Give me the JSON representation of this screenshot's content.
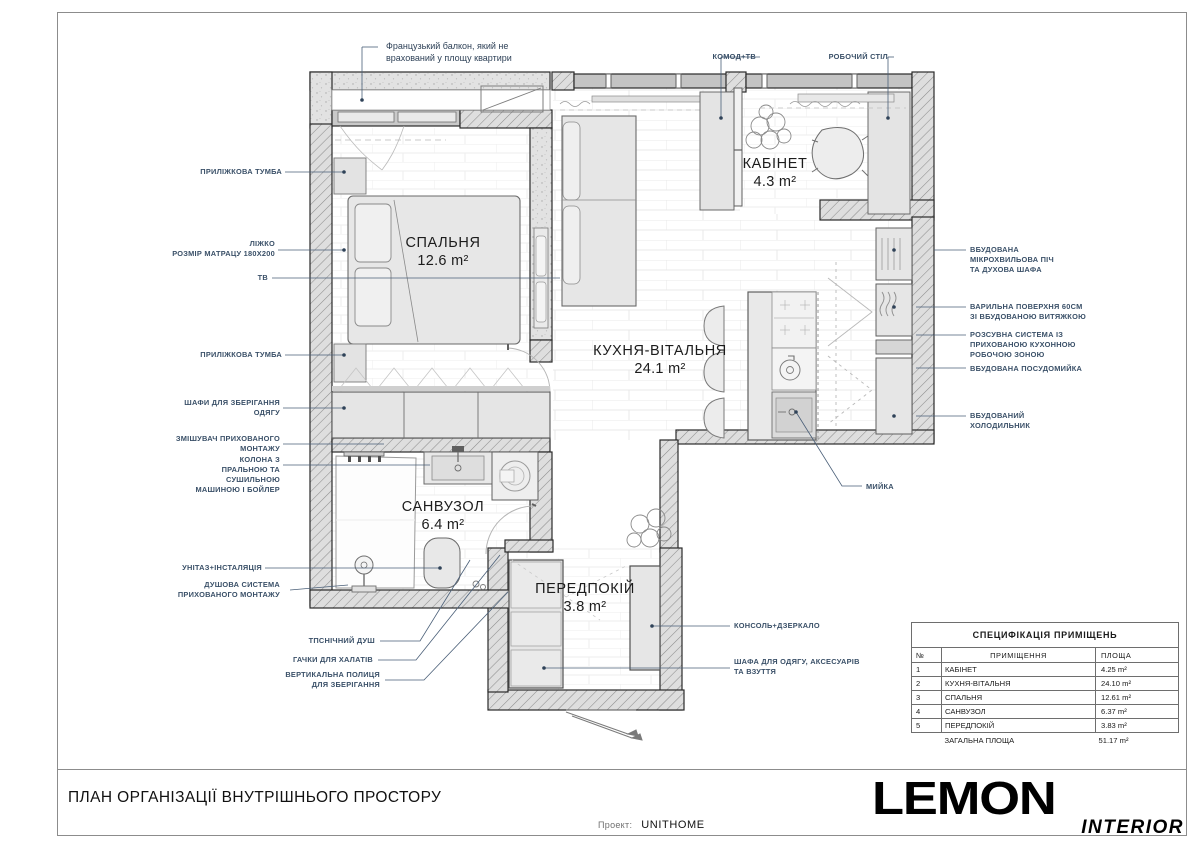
{
  "sheet": {
    "title": "ПЛАН ОРГАНІЗАЦІЇ ВНУТРІШНЬОГО ПРОСТОРУ",
    "project_label": "Проект:",
    "project_value": "UNITHOME",
    "logo_main": "LEMON",
    "logo_sub": "INTERIOR"
  },
  "rooms": [
    {
      "name": "СПАЛЬНЯ",
      "area": "12.6 m²"
    },
    {
      "name": "КУХНЯ-ВІТАЛЬНЯ",
      "area": "24.1 m²"
    },
    {
      "name": "КАБІНЕТ",
      "area": "4.3 m²"
    },
    {
      "name": "САНВУЗОЛ",
      "area": "6.4 m²"
    },
    {
      "name": "ПЕРЕДПОКІЙ",
      "area": "3.8 m²"
    }
  ],
  "annotations": {
    "balcony": "Французький балкон, який не\nврахований у площу квартири",
    "komod_tv": "КОМОД+ТВ",
    "desk": "РОБОЧИЙ СТІЛ",
    "nightstand_top": "ПРИЛІЖКОВА ТУМБА",
    "bed": "ЛІЖКО\nРОЗМІР МАТРАЦУ 180Х200",
    "tv": "ТВ",
    "nightstand_bottom": "ПРИЛІЖКОВА ТУМБА",
    "wardrobes": "ШАФИ ДЛЯ ЗБЕРІГАННЯ\nОДЯГУ",
    "mixer": "ЗМІШУВАЧ ПРИХОВАНОГО\nМОНТАЖУ",
    "laundry_column": "КОЛОНА З\nПРАЛЬНОЮ ТА\nСУШИЛЬНОЮ\nМАШИНОЮ І БОЙЛЕР",
    "toilet": "УНІТАЗ+ІНСТАЛЯЦІЯ",
    "shower_system": "ДУШОВА СИСТЕМА\nПРИХОВАНОГО МОНТАЖУ",
    "tropical_shower": "ТПСНІЧНИЙ ДУШ",
    "robe_hooks": "ГАЧКИ ДЛЯ ХАЛАТІВ",
    "vertical_shelf": "ВЕРТИКАЛЬНА  ПОЛИЦЯ\nДЛЯ ЗБЕРІГАННЯ",
    "console_mirror": "КОНСОЛЬ+ДЗЕРКАЛО",
    "entry_wardrobe": "ШАФА ДЛЯ ОДЯГУ, АКСЕСУАРІВ\nТА ВЗУТТЯ",
    "microwave_oven": "ВБУДОВАНА\nМІКРОХВИЛЬОВА ПІЧ\nТА ДУХОВА ШАФА",
    "hob": "ВАРИЛЬНА ПОВЕРХНЯ 60СМ\nЗІ ВБУДОВАНОЮ ВИТЯЖКОЮ",
    "sliding_system": "РОЗСУВНА СИСТЕМА ІЗ\nПРИХОВАНОЮ КУХОННОЮ\nРОБОЧОЮ ЗОНОЮ",
    "dishwasher": "ВБУДОВАНА ПОСУДОМИЙКА",
    "fridge": "ВБУДОВАНИЙ\nХОЛОДИЛЬНИК",
    "sink": "МИЙКА"
  },
  "spec": {
    "title": "СПЕЦИФІКАЦІЯ ПРИМІЩЕНЬ",
    "columns": [
      "№",
      "ПРИМІЩЕННЯ",
      "ПЛОЩА"
    ],
    "rows": [
      {
        "no": "1",
        "name": "КАБІНЕТ",
        "area": "4.25 m²"
      },
      {
        "no": "2",
        "name": "КУХНЯ-ВІТАЛЬНЯ",
        "area": "24.10 m²"
      },
      {
        "no": "3",
        "name": "СПАЛЬНЯ",
        "area": "12.61 m²"
      },
      {
        "no": "4",
        "name": "САНВУЗОЛ",
        "area": "6.37 m²"
      },
      {
        "no": "5",
        "name": "ПЕРЕДПОКІЙ",
        "area": "3.83 m²"
      }
    ],
    "total_label": "ЗАГАЛЬНА ПЛОЩА",
    "total_value": "51.17 m²"
  },
  "colors": {
    "annotation": "#3a5068",
    "wall": "#d8d8d8",
    "furniture": "#e6e6e6",
    "frame": "#8c8c8c"
  }
}
